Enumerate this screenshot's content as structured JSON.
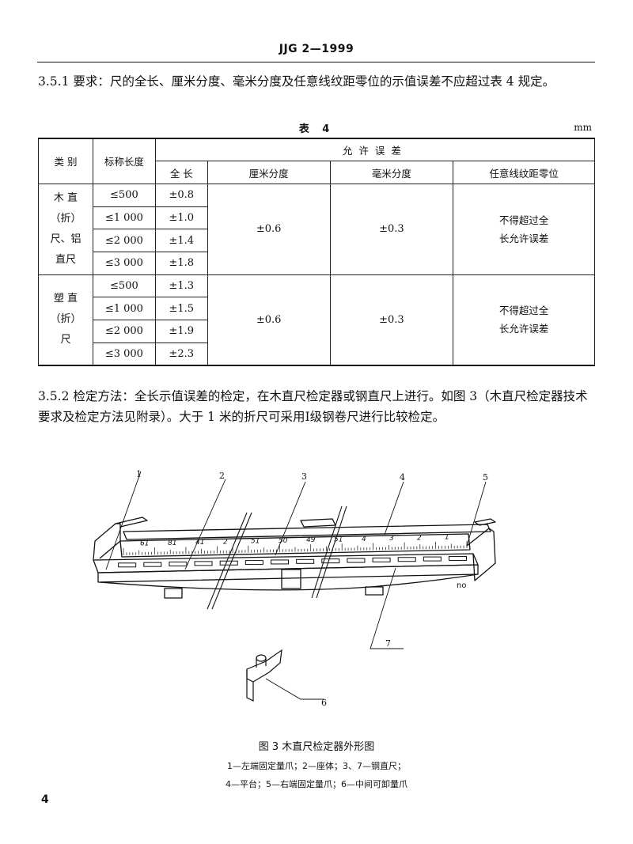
{
  "header": {
    "code": "JJG 2—1999"
  },
  "section_351": {
    "text": "3.5.1  要求：尺的全长、厘米分度、毫米分度及任意线纹距零位的示值误差不应超过表 4 规定。"
  },
  "table4": {
    "caption": "表  4",
    "unit": "mm",
    "headers": {
      "category": "类  别",
      "nominal_length": "标称长度",
      "allowed_error": "允许误差",
      "full_length": "全  长",
      "cm_division": "厘米分度",
      "mm_division": "毫米分度",
      "any_line": "任意线纹距零位"
    },
    "groups": [
      {
        "category_lines": [
          "木  直",
          "（折）",
          "尺、铝",
          "直尺"
        ],
        "rows": [
          {
            "nominal": "≤500",
            "full": "±0.8"
          },
          {
            "nominal": "≤1 000",
            "full": "±1.0"
          },
          {
            "nominal": "≤2 000",
            "full": "±1.4"
          },
          {
            "nominal": "≤3 000",
            "full": "±1.8"
          }
        ],
        "cm": "±0.6",
        "mm": "±0.3",
        "remark_lines": [
          "不得超过全",
          "长允许误差"
        ]
      },
      {
        "category_lines": [
          "塑  直",
          "（折）",
          "尺"
        ],
        "rows": [
          {
            "nominal": "≤500",
            "full": "±1.3"
          },
          {
            "nominal": "≤1 000",
            "full": "±1.5"
          },
          {
            "nominal": "≤2 000",
            "full": "±1.9"
          },
          {
            "nominal": "≤3 000",
            "full": "±2.3"
          }
        ],
        "cm": "±0.6",
        "mm": "±0.3",
        "remark_lines": [
          "不得超过全",
          "长允许误差"
        ]
      }
    ]
  },
  "section_352": {
    "text": "3.5.2  检定方法：全长示值误差的检定，在木直尺检定器或钢直尺上进行。如图 3（木直尺检定器技术要求及检定方法见附录）。大于 1 米的折尺可采用Ⅰ级钢卷尺进行比较检定。"
  },
  "figure3": {
    "callouts": [
      "1",
      "2",
      "3",
      "4",
      "5",
      "6",
      "7"
    ],
    "scale_numbers": [
      "61",
      "81",
      "41",
      "2",
      "51",
      "50",
      "49",
      "51",
      "4",
      "3",
      "2",
      "1"
    ],
    "jaw_marks": "no",
    "caption": "图 3   木直尺检定器外形图",
    "legend_line1": "1—左端固定量爪；2—座体；3、7—钢直尺；",
    "legend_line2": "4—平台；5—右端固定量爪；6—中间可卸量爪"
  },
  "footer": {
    "page_number": "4"
  }
}
